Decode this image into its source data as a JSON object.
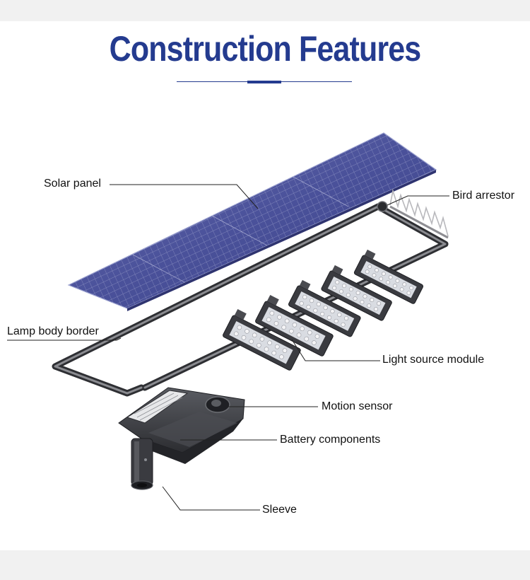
{
  "title": "Construction Features",
  "colors": {
    "title": "#243b8f",
    "panel": "#454c94",
    "frame": "#3a3a3c",
    "leader": "#222222"
  },
  "labels": {
    "solar_panel": "Solar panel",
    "bird_arrestor": "Bird arrestor",
    "lamp_body_border": "Lamp body border",
    "light_source_module": "Light source module",
    "motion_sensor": "Motion sensor",
    "battery_components": "Battery components",
    "sleeve": "Sleeve"
  }
}
